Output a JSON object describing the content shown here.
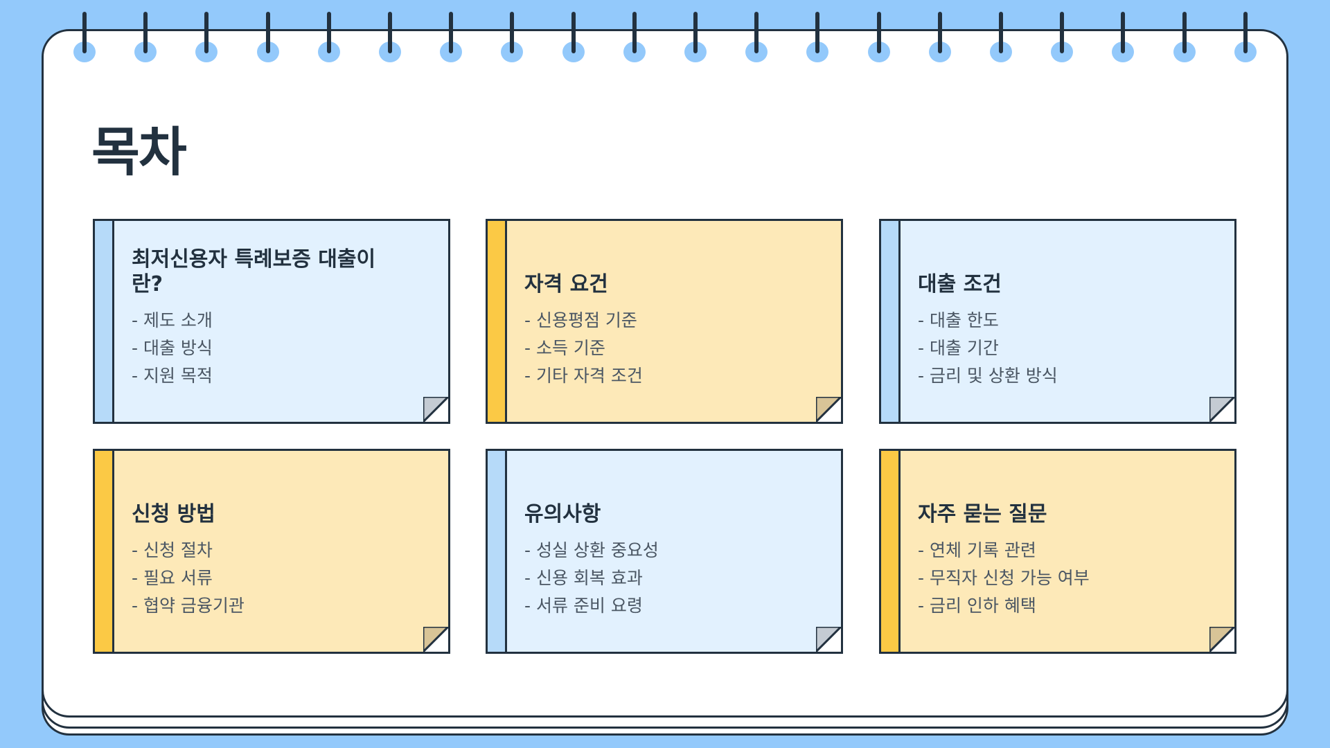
{
  "page": {
    "title": "목차"
  },
  "colors": {
    "background": "#93c9fb",
    "ink": "#22313f",
    "card_blue": "#e2f1fe",
    "card_blue_strip": "#b6daf9",
    "card_yellow": "#fde9b8",
    "card_yellow_strip": "#fbc945"
  },
  "cards": [
    {
      "title": "최저신용자 특례보증 대출이란?",
      "items": [
        "- 제도 소개",
        "- 대출 방식",
        "- 지원 목적"
      ]
    },
    {
      "title": "자격 요건",
      "items": [
        "- 신용평점 기준",
        "- 소득 기준",
        "- 기타 자격 조건"
      ]
    },
    {
      "title": "대출 조건",
      "items": [
        "- 대출 한도",
        "- 대출 기간",
        "- 금리 및 상환 방식"
      ]
    },
    {
      "title": "신청 방법",
      "items": [
        "- 신청 절차",
        "- 필요 서류",
        "- 협약 금융기관"
      ]
    },
    {
      "title": "유의사항",
      "items": [
        "- 성실 상환 중요성",
        "- 신용 회복 효과",
        "- 서류 준비 요령"
      ]
    },
    {
      "title": "자주 묻는 질문",
      "items": [
        "- 연체 기록 관련",
        "- 무직자 신청 가능 여부",
        "- 금리 인하 혜택"
      ]
    }
  ]
}
